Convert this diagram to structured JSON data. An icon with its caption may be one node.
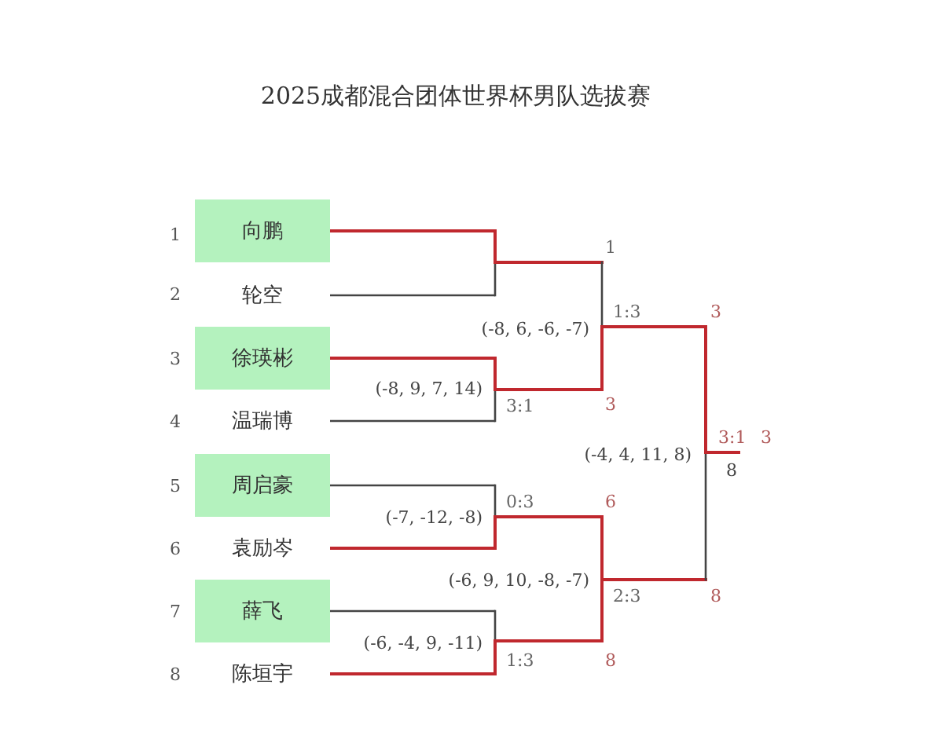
{
  "diagram": {
    "title": "2025成都混合团体世界杯男队选拔赛",
    "nodes": [
      {
        "text": [
          "向鹏"
        ]
      },
      {
        "text": [
          "轮空"
        ]
      },
      {
        "text": [
          "徐瑛彬"
        ]
      },
      {
        "text": [
          "温瑞博"
        ]
      },
      {
        "text": [
          "周启豪"
        ]
      },
      {
        "text": [
          "袁励岑"
        ]
      },
      {
        "text": [
          "薛飞"
        ]
      },
      {
        "text": [
          "陈垣宇"
        ]
      }
    ],
    "edges": [
      {
        "from": 0,
        "to": null,
        "arrow": "none",
        "color": "#c0282e"
      },
      {
        "from": 1,
        "to": null,
        "arrow": "none",
        "color": "#444444"
      },
      {
        "from": 2,
        "to": null,
        "arrow": "none",
        "color": "#c0282e"
      },
      {
        "from": 3,
        "to": null,
        "arrow": "none",
        "color": "#444444"
      },
      {
        "from": 4,
        "to": null,
        "arrow": "none",
        "color": "#444444"
      },
      {
        "from": 5,
        "to": null,
        "arrow": "none",
        "color": "#c0282e"
      },
      {
        "from": 6,
        "to": null,
        "arrow": "none",
        "color": "#444444"
      },
      {
        "from": 7,
        "to": null,
        "arrow": "none",
        "color": "#c0282e"
      }
    ],
    "labels": [
      "1",
      "1",
      "2",
      "1:3",
      "3",
      "(-8, 6, -6, -7)",
      "3",
      "(-8, 9, 7, 14)",
      "3:1",
      "3",
      "4",
      "3:1",
      "3",
      "(-4, 4, 11, 8)",
      "8",
      "5",
      "0:3",
      "6",
      "(-7, -12, -8)",
      "6",
      "(-6, 9, 10, -8, -7)",
      "7",
      "2:3",
      "8",
      "(-6, -4, 9, -11)",
      "8",
      "1:3",
      "8"
    ]
  }
}
